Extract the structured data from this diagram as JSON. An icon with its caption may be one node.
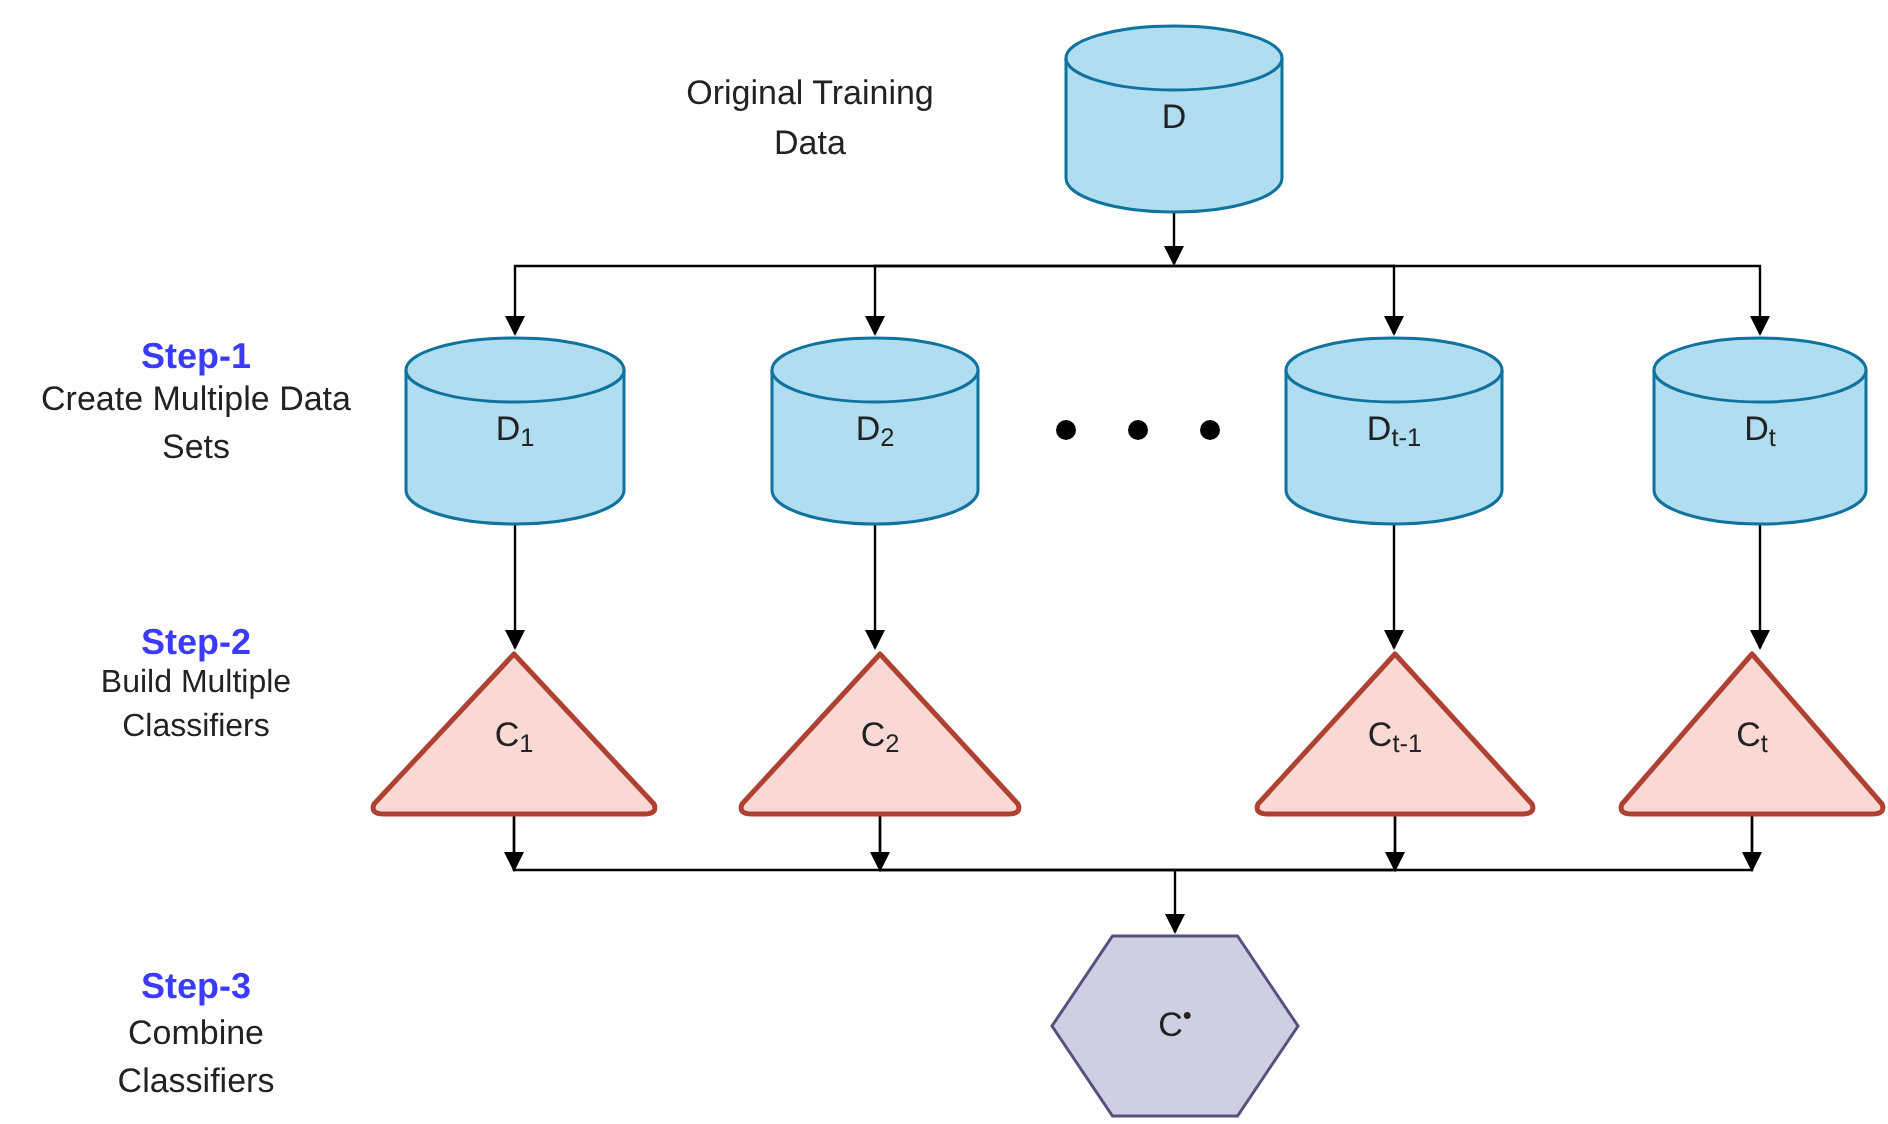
{
  "diagram": {
    "nodes": [
      {
        "text": [
          "D"
        ]
      },
      {
        "text": [
          "D$_{1}$"
        ]
      },
      {
        "text": [
          "D$_{2}$"
        ]
      },
      {
        "text": [
          "D$_{t-1}$"
        ]
      },
      {
        "text": [
          "D$_{t}$"
        ]
      },
      {
        "text": [
          "C$_{1}$"
        ]
      },
      {
        "text": [
          "C$_{2}$"
        ]
      },
      {
        "text": [
          "C$_{t-1}$"
        ]
      },
      {
        "text": [
          "C$_{t}$"
        ]
      },
      {
        "text": [
          "C$^{•}$"
        ]
      }
    ],
    "edges": [
      {
        "from": 0,
        "to": 1,
        "arrow": "to"
      },
      {
        "from": 0,
        "to": 2,
        "arrow": "to"
      },
      {
        "from": 0,
        "to": 3,
        "arrow": "to"
      },
      {
        "from": 0,
        "to": 4,
        "arrow": "to"
      },
      {
        "from": 1,
        "to": 5,
        "arrow": "to"
      },
      {
        "from": 2,
        "to": 6,
        "arrow": "to"
      },
      {
        "from": 3,
        "to": 7,
        "arrow": "to"
      },
      {
        "from": 4,
        "to": 8,
        "arrow": "to"
      },
      {
        "from": 5,
        "to": 9,
        "arrow": "to"
      },
      {
        "from": 6,
        "to": 9,
        "arrow": "to"
      },
      {
        "from": 7,
        "to": 9,
        "arrow": "to"
      },
      {
        "from": 8,
        "to": 9,
        "arrow": "to"
      }
    ],
    "labels": [
      "Original Training Data",
      "Step-1",
      "Create Multiple Data Sets",
      "Step-2",
      "Build Multiple Classifiers",
      "Step-3",
      "Combine Classifiers"
    ]
  }
}
